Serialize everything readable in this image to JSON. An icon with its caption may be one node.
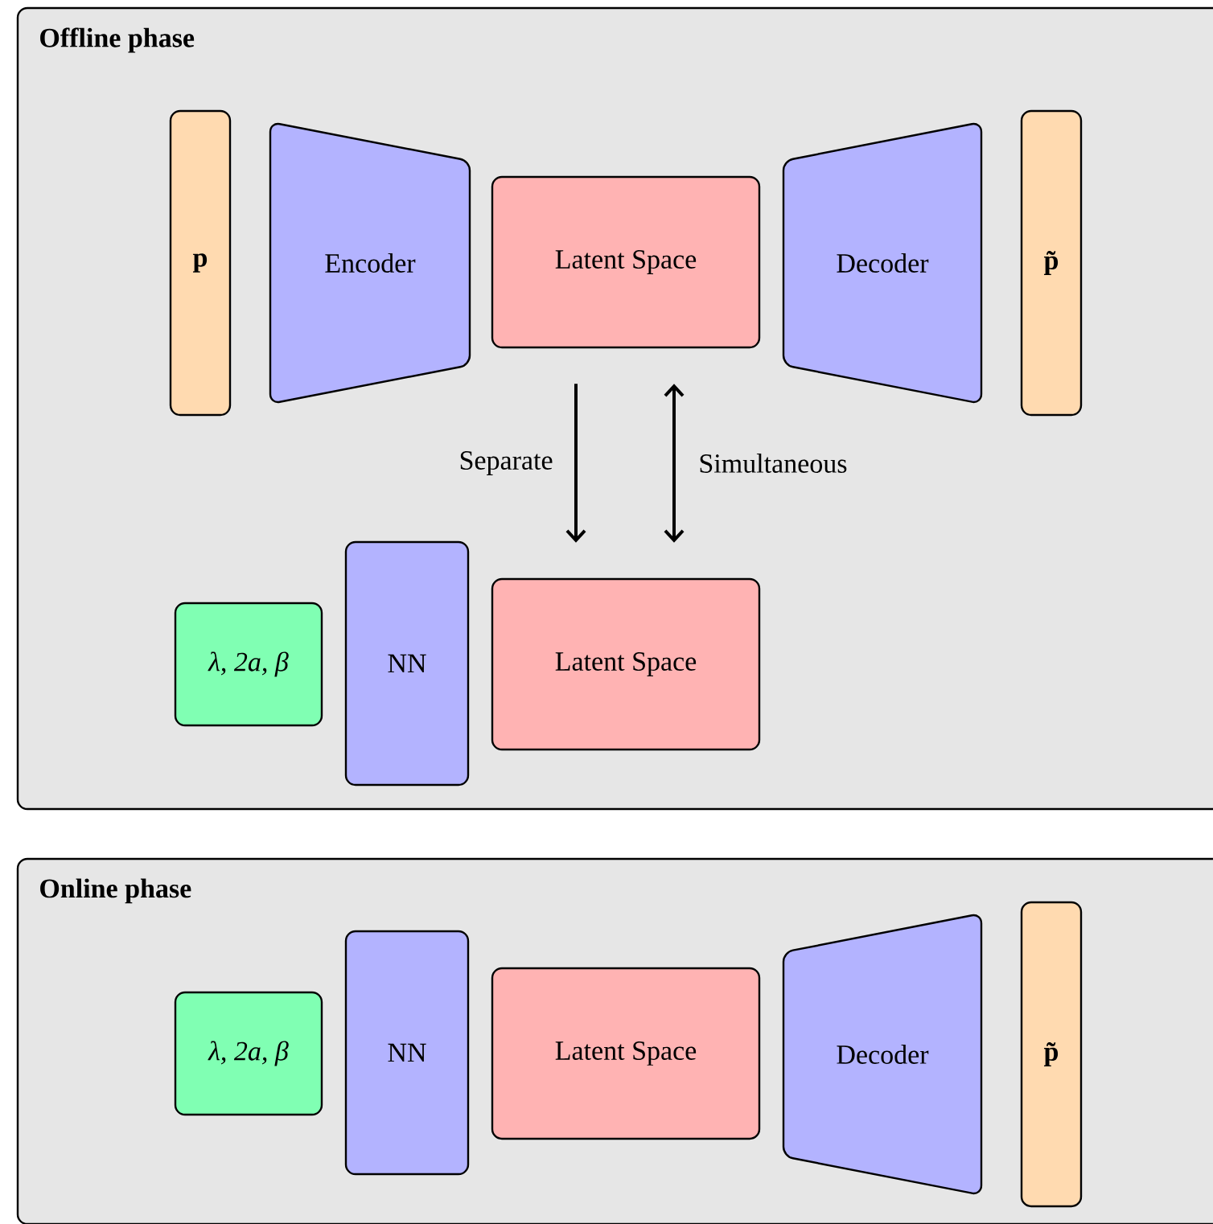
{
  "diagram": {
    "nodes": [
      {
        "text": [
          "Offline phase"
        ]
      },
      {
        "text": [
          "p"
        ],
        "in": 0
      },
      {
        "text": [
          "Encoder"
        ],
        "in": 0
      },
      {
        "text": [
          "Latent Space"
        ],
        "in": 0
      },
      {
        "text": [
          "Decoder"
        ],
        "in": 0
      },
      {
        "text": [
          "p̃"
        ],
        "in": 0
      },
      {
        "text": [
          "λ, 2a, β"
        ],
        "in": 0
      },
      {
        "text": [
          "NN"
        ],
        "in": 0
      },
      {
        "text": [
          "Latent Space"
        ],
        "in": 0
      },
      {
        "text": [
          "Online phase"
        ]
      },
      {
        "text": [
          "λ, 2a, β"
        ],
        "in": 9
      },
      {
        "text": [
          "NN"
        ],
        "in": 9
      },
      {
        "text": [
          "Latent Space"
        ],
        "in": 9
      },
      {
        "text": [
          "Decoder"
        ],
        "in": 9
      },
      {
        "text": [
          "p̃"
        ],
        "in": 9
      }
    ],
    "edges": [
      {
        "from": 3,
        "to": 8,
        "arrow": "to",
        "label": "Separate"
      },
      {
        "from": 3,
        "to": 8,
        "arrow": "both",
        "label": "Simultaneous"
      }
    ]
  }
}
